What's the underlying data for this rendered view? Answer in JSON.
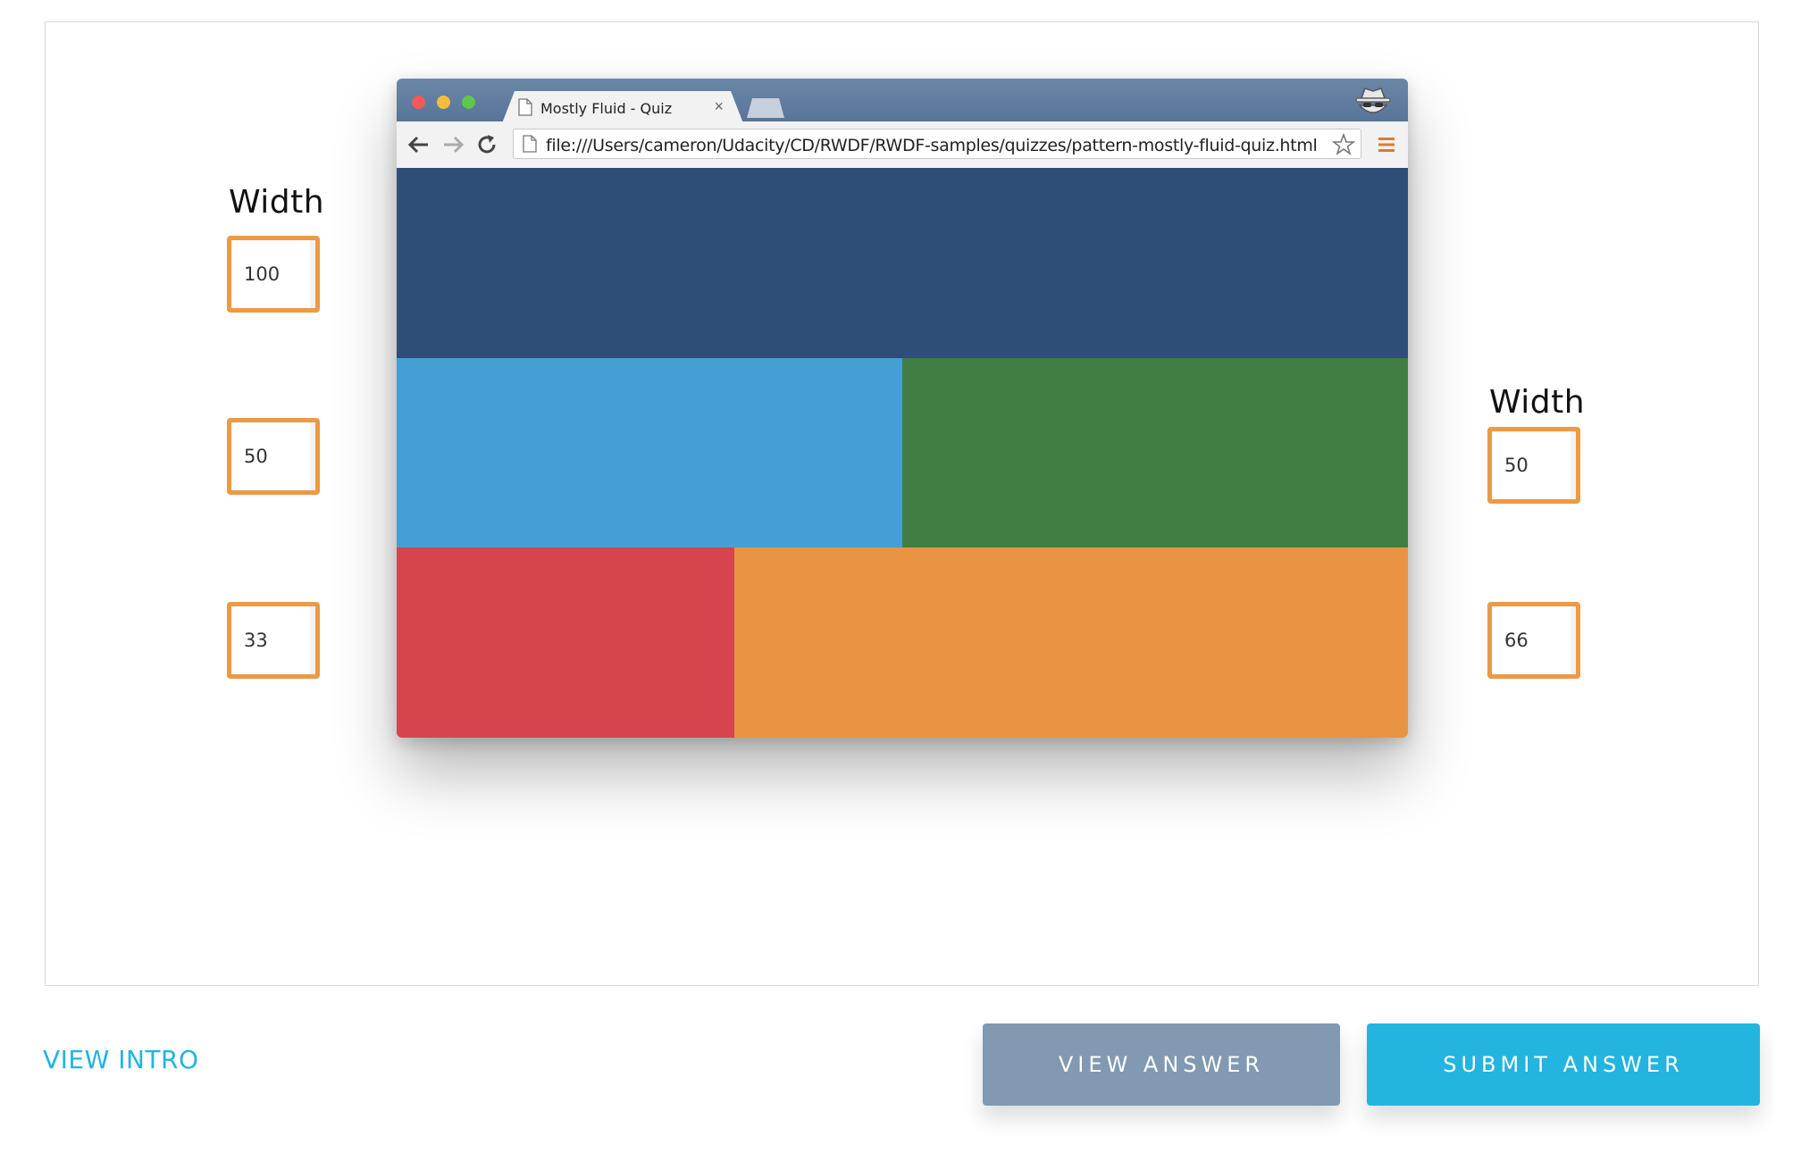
{
  "quiz": {
    "left_column": {
      "width_label": "Width",
      "inputs": [
        "100",
        "50",
        "33"
      ]
    },
    "right_column": {
      "width_label": "Width",
      "inputs": [
        "50",
        "66"
      ]
    }
  },
  "browser": {
    "tab_title": "Mostly Fluid - Quiz",
    "tab_close": "×",
    "url": "file:///Users/cameron/Udacity/CD/RWDF/RWDF-samples/quizzes/pattern-mostly-fluid-quiz.html",
    "icons": {
      "back": "back-arrow-icon",
      "forward": "forward-arrow-icon",
      "reload": "reload-icon",
      "page": "document-icon",
      "star": "star-icon",
      "menu": "hamburger-menu-icon",
      "incognito": "incognito-icon"
    },
    "colors": {
      "header_block": "#2e4d77",
      "blue_block": "#449fd4",
      "green_block": "#417e44",
      "red_block": "#d6444e",
      "orange_block": "#e89443"
    }
  },
  "footer": {
    "view_intro": "VIEW INTRO",
    "view_answer": "VIEW ANSWER",
    "submit_answer": "SUBMIT ANSWER"
  },
  "colors": {
    "accent": "#1fb5e0",
    "input_border": "#eb9a45",
    "view_answer_bg": "#8199b1",
    "submit_answer_bg": "#23b4e0"
  }
}
